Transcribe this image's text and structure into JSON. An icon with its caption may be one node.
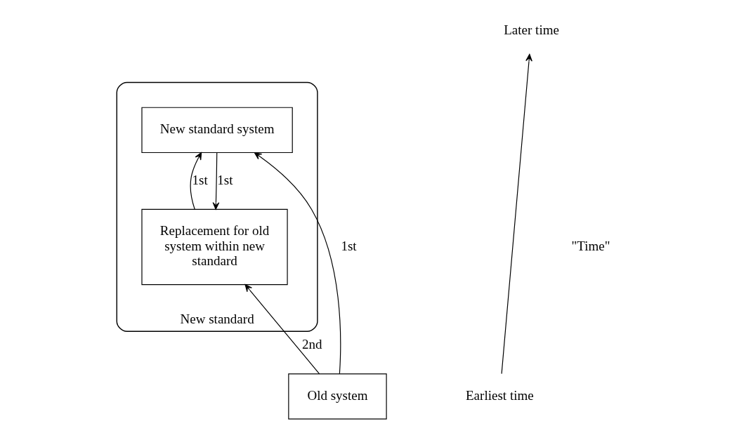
{
  "diagram": {
    "nodes": [
      {
        "text": [
          "New standard"
        ]
      },
      {
        "text": [
          "Replacement for old system within new standard"
        ],
        "in": 0
      },
      {
        "text": [
          "New standard system"
        ],
        "in": 0
      },
      {
        "text": [
          "Old system"
        ]
      }
    ],
    "edges": [
      {
        "from": 2,
        "to": 1,
        "arrow": "to",
        "label": "1st"
      },
      {
        "from": 1,
        "to": 2,
        "arrow": "to",
        "label": "1st"
      },
      {
        "from": 3,
        "to": 2,
        "arrow": "to",
        "label": "1st"
      },
      {
        "from": 3,
        "to": 1,
        "arrow": "to",
        "label": "2nd"
      }
    ],
    "labels": [
      "Later time",
      "\"Time\"",
      "Earliest time"
    ]
  }
}
